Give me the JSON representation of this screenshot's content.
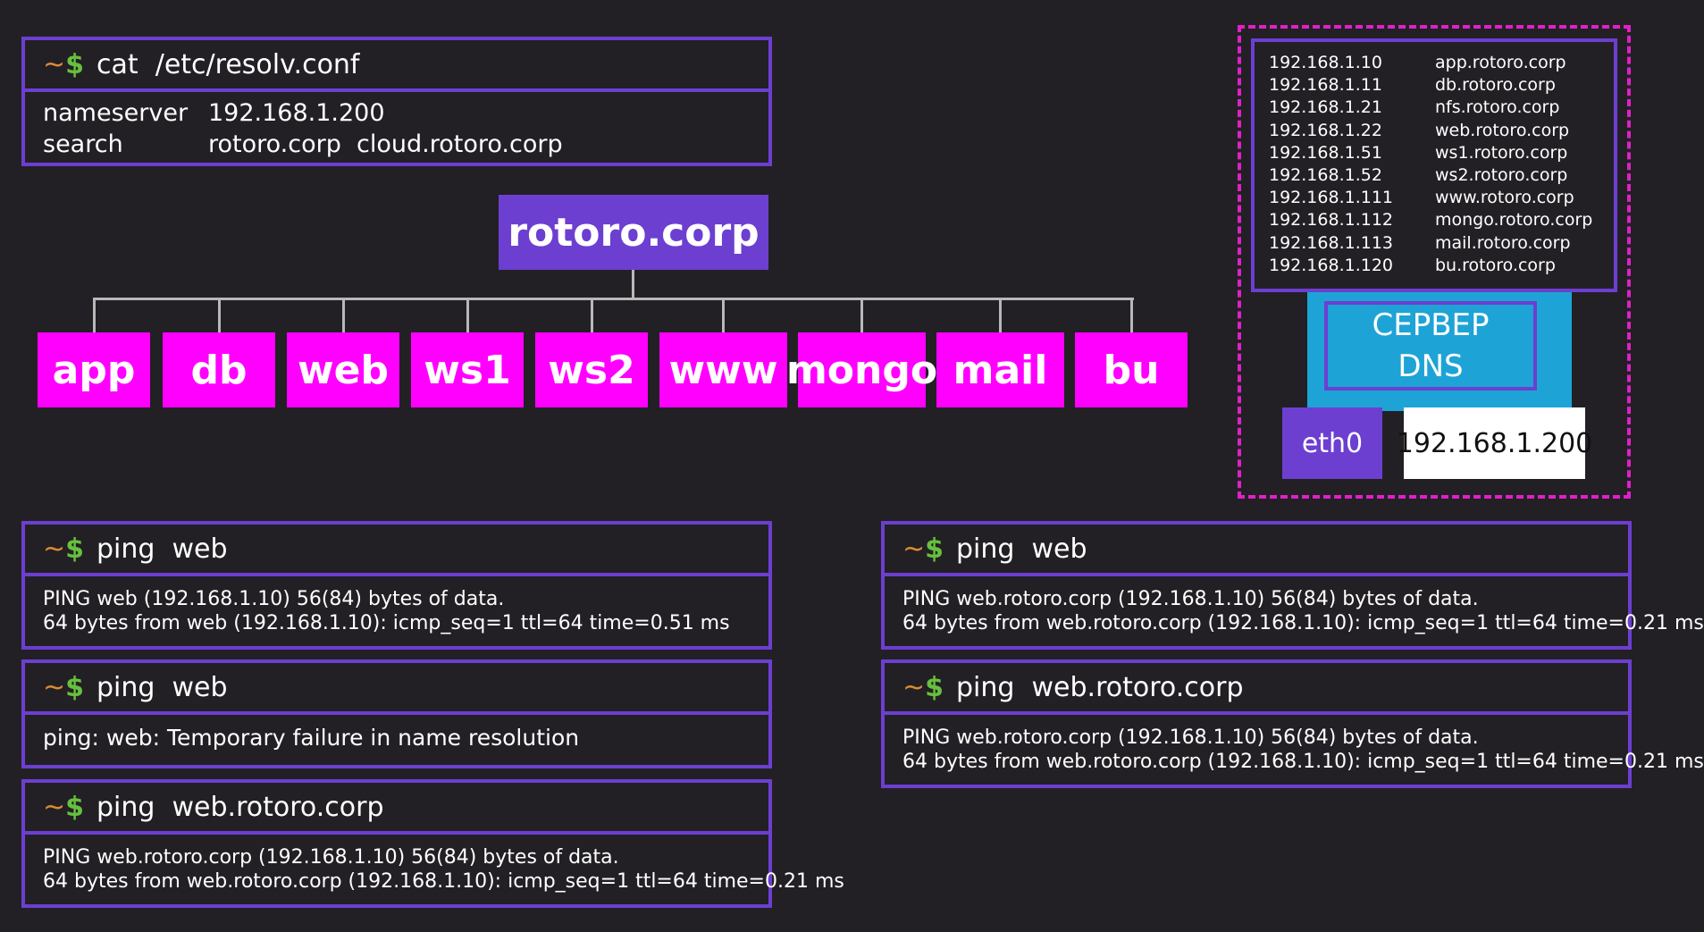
{
  "resolv": {
    "command": "cat  /etc/resolv.conf",
    "rows": [
      {
        "key": "nameserver",
        "value": "192.168.1.200"
      },
      {
        "key": "search",
        "value": "rotoro.corp  cloud.rotoro.corp"
      }
    ]
  },
  "prompt": {
    "tilde": "~",
    "dollar": "$"
  },
  "tree": {
    "root": "rotoro.corp",
    "leaves": [
      "app",
      "db",
      "web",
      "ws1",
      "ws2",
      "www",
      "mongo",
      "mail",
      "bu"
    ]
  },
  "hosts": [
    {
      "ip": "192.168.1.10",
      "name": "app.rotoro.corp"
    },
    {
      "ip": "192.168.1.11",
      "name": "db.rotoro.corp"
    },
    {
      "ip": "192.168.1.21",
      "name": "nfs.rotoro.corp"
    },
    {
      "ip": "192.168.1.22",
      "name": "web.rotoro.corp"
    },
    {
      "ip": "192.168.1.51",
      "name": "ws1.rotoro.corp"
    },
    {
      "ip": "192.168.1.52",
      "name": "ws2.rotoro.corp"
    },
    {
      "ip": "192.168.1.111",
      "name": "www.rotoro.corp"
    },
    {
      "ip": "192.168.1.112",
      "name": "mongo.rotoro.corp"
    },
    {
      "ip": "192.168.1.113",
      "name": "mail.rotoro.corp"
    },
    {
      "ip": "192.168.1.120",
      "name": "bu.rotoro.corp"
    }
  ],
  "dns_server": {
    "line1": "СЕРВЕР",
    "line2": "DNS",
    "iface": "eth0",
    "ip": "192.168.1.200"
  },
  "terminals": {
    "left1": {
      "command": "ping  web",
      "lines": [
        "PING web (192.168.1.10) 56(84) bytes of data.",
        "64 bytes from web (192.168.1.10): icmp_seq=1 ttl=64 time=0.51 ms"
      ]
    },
    "left2": {
      "command": "ping  web",
      "lines": [
        "ping: web: Temporary failure in name resolution"
      ]
    },
    "left3": {
      "command": "ping  web.rotoro.corp",
      "lines": [
        "PING web.rotoro.corp (192.168.1.10) 56(84) bytes of data.",
        "64 bytes from web.rotoro.corp (192.168.1.10): icmp_seq=1 ttl=64 time=0.21 ms"
      ]
    },
    "right1": {
      "command": "ping  web",
      "lines": [
        "PING web.rotoro.corp (192.168.1.10) 56(84) bytes of data.",
        "64 bytes from web.rotoro.corp (192.168.1.10): icmp_seq=1 ttl=64 time=0.21 ms"
      ]
    },
    "right2": {
      "command": "ping  web.rotoro.corp",
      "lines": [
        "PING web.rotoro.corp (192.168.1.10) 56(84) bytes of data.",
        "64 bytes from web.rotoro.corp (192.168.1.10): icmp_seq=1 ttl=64 time=0.21 ms"
      ]
    }
  },
  "colors": {
    "background": "#222024",
    "border_purple": "#6c3fd1",
    "leaf_magenta": "#ff00ff",
    "server_blue": "#1ea3d6",
    "dashed_magenta": "#e020c8",
    "prompt_dollar": "#67c03e",
    "prompt_tilde": "#d98b36"
  }
}
